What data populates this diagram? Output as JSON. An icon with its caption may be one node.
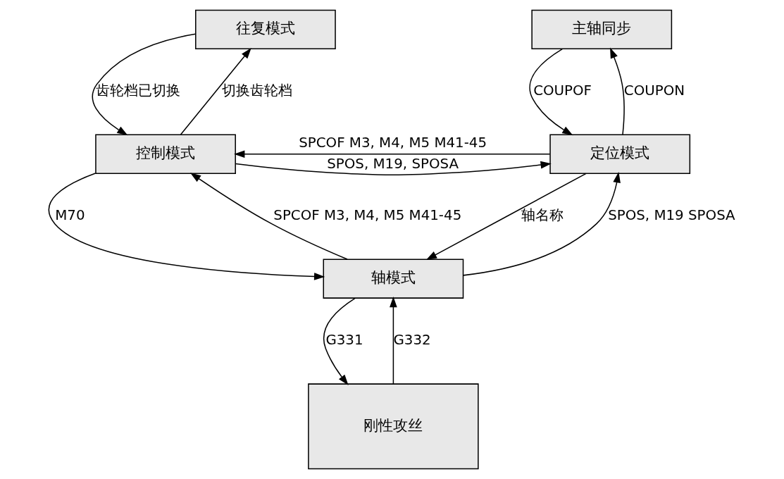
{
  "diagram": {
    "nodes": [
      {
        "text": [
          "往复模式"
        ]
      },
      {
        "text": [
          "主轴同步"
        ]
      },
      {
        "text": [
          "控制模式"
        ]
      },
      {
        "text": [
          "定位模式"
        ]
      },
      {
        "text": [
          "轴模式"
        ]
      },
      {
        "text": [
          "刚性攻丝"
        ]
      }
    ],
    "edges": [
      {
        "from": 2,
        "to": 0,
        "arrow": "to",
        "label": "切换齿轮档"
      },
      {
        "from": 0,
        "to": 2,
        "arrow": "to",
        "label": "齿轮档已切换"
      },
      {
        "from": 3,
        "to": 1,
        "arrow": "to",
        "label": "COUPON"
      },
      {
        "from": 1,
        "to": 3,
        "arrow": "to",
        "label": "COUPOF"
      },
      {
        "from": 2,
        "to": 3,
        "arrow": "to",
        "label": "SPOS, M19, SPOSA"
      },
      {
        "from": 3,
        "to": 2,
        "arrow": "to",
        "label": "SPCOF M3, M4, M5 M41-45"
      },
      {
        "from": 2,
        "to": 4,
        "arrow": "to",
        "label": "M70"
      },
      {
        "from": 4,
        "to": 2,
        "arrow": "to",
        "label": "SPCOF M3, M4, M5 M41-45"
      },
      {
        "from": 4,
        "to": 3,
        "arrow": "to",
        "label": "SPOS, M19 SPOSA"
      },
      {
        "from": 3,
        "to": 4,
        "arrow": "to",
        "label": "轴名称"
      },
      {
        "from": 5,
        "to": 4,
        "arrow": "to",
        "label": "G332"
      },
      {
        "from": 4,
        "to": 5,
        "arrow": "to",
        "label": "G331"
      }
    ]
  }
}
